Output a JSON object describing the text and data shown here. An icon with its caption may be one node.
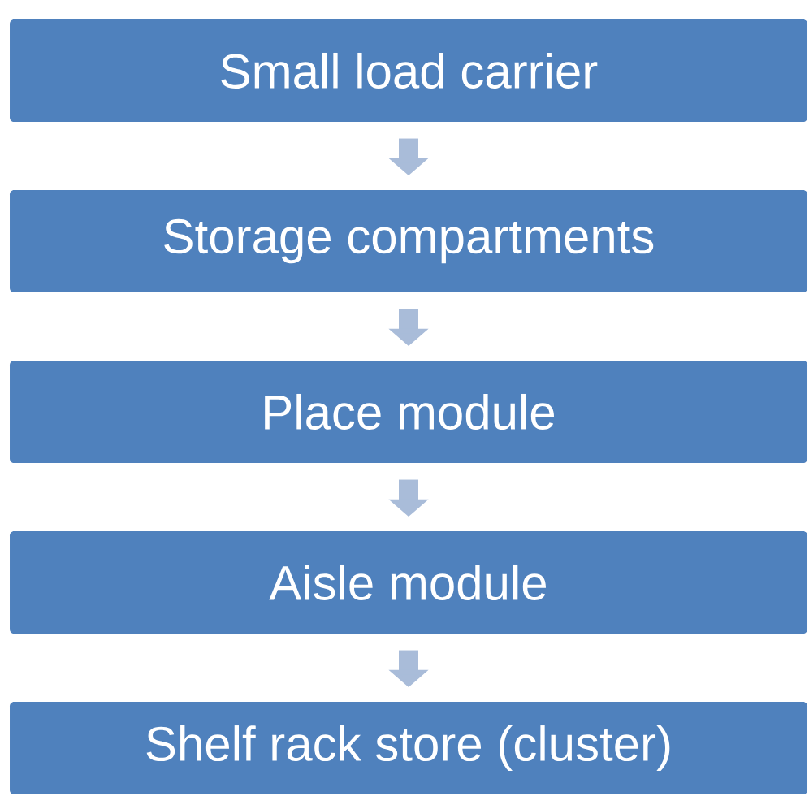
{
  "diagram": {
    "nodes": [
      {
        "text": [
          "Small load carrier"
        ]
      },
      {
        "text": [
          "Storage compartments"
        ]
      },
      {
        "text": [
          "Place module"
        ]
      },
      {
        "text": [
          "Aisle module"
        ]
      },
      {
        "text": [
          "Shelf rack store (cluster)"
        ]
      }
    ],
    "edges": [
      {
        "from": 0,
        "to": 1,
        "arrow": "to"
      },
      {
        "from": 1,
        "to": 2,
        "arrow": "to"
      },
      {
        "from": 2,
        "to": 3,
        "arrow": "to"
      },
      {
        "from": 3,
        "to": 4,
        "arrow": "to"
      }
    ]
  }
}
